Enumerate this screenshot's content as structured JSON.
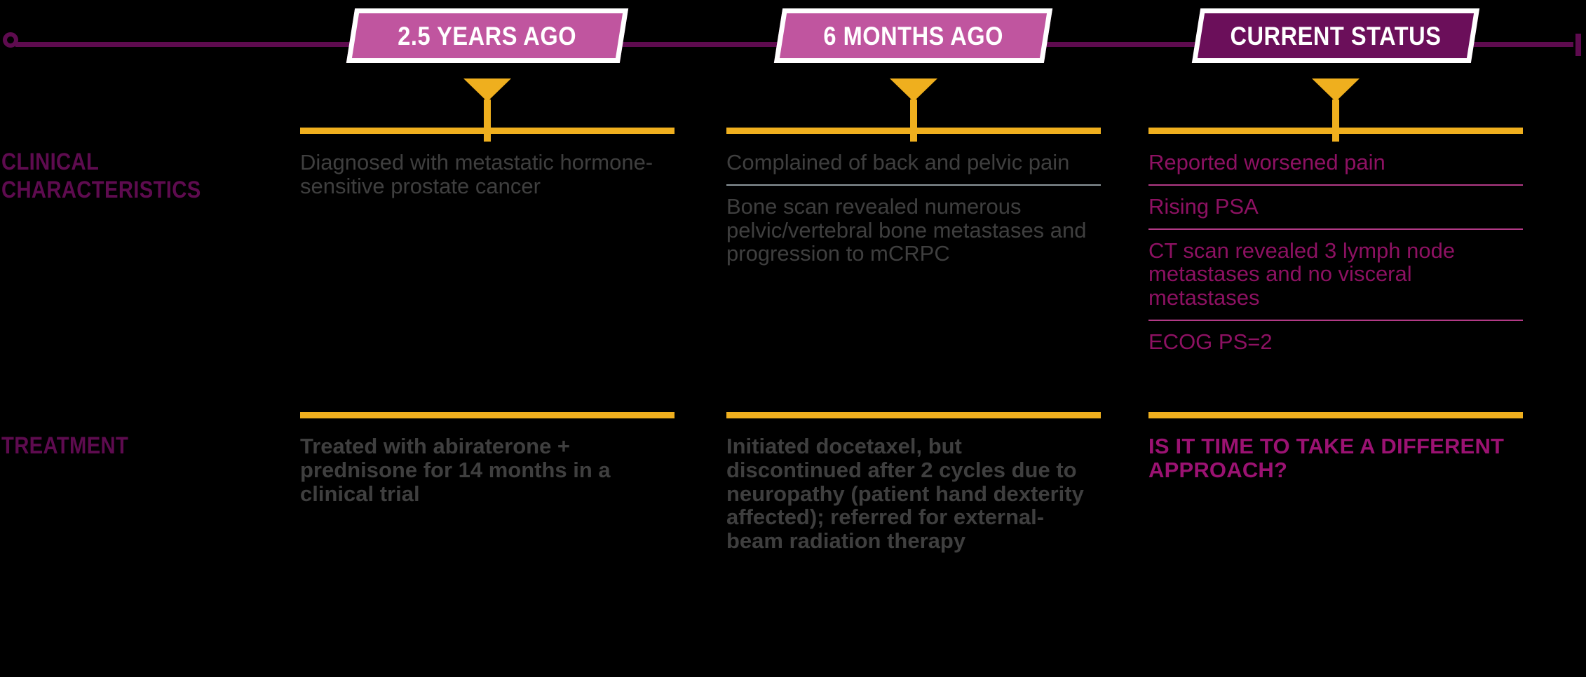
{
  "meta": {
    "background_color": "#000000",
    "accent_yellow": "#EFAF1E",
    "accent_pink": "#C0559F",
    "accent_plum": "#6B0F5A",
    "rail_color": "#5E0B4F",
    "body_gray": "#3f3f3f",
    "body_magenta": "#8D1162"
  },
  "timeline": {
    "start_marker": "circle-marker",
    "end_marker": "tick-marker",
    "milestones": [
      {
        "label": "2.5 YEARS AGO",
        "style": "pink"
      },
      {
        "label": "6 MONTHS AGO",
        "style": "pink"
      },
      {
        "label": "CURRENT STATUS",
        "style": "plum"
      }
    ]
  },
  "rows": [
    {
      "label": "CLINICAL\nCHARACTERISTICS",
      "columns": [
        {
          "tone": "gray",
          "items": [
            "Diagnosed with metastatic hormone-sensitive prostate cancer"
          ]
        },
        {
          "tone": "gray",
          "items": [
            "Complained of back and pelvic pain",
            "Bone scan revealed numerous pelvic/vertebral bone metastases and progression to mCRPC"
          ]
        },
        {
          "tone": "magenta",
          "items": [
            "Reported worsened pain",
            "Rising PSA",
            "CT scan revealed 3 lymph node metastases and no visceral metastases",
            "ECOG PS=2"
          ]
        }
      ]
    },
    {
      "label": "TREATMENT",
      "columns": [
        {
          "tone": "bold",
          "items": [
            "Treated with abiraterone + prednisone for 14 months in a clinical trial"
          ]
        },
        {
          "tone": "bold",
          "items": [
            "Initiated docetaxel, but discontinued after 2 cycles due to neuropathy (patient hand dexterity affected); referred for external-beam radiation therapy"
          ]
        },
        {
          "tone": "bold-magenta",
          "items": [
            "IS IT TIME TO TAKE A DIFFERENT APPROACH?"
          ]
        }
      ]
    }
  ]
}
